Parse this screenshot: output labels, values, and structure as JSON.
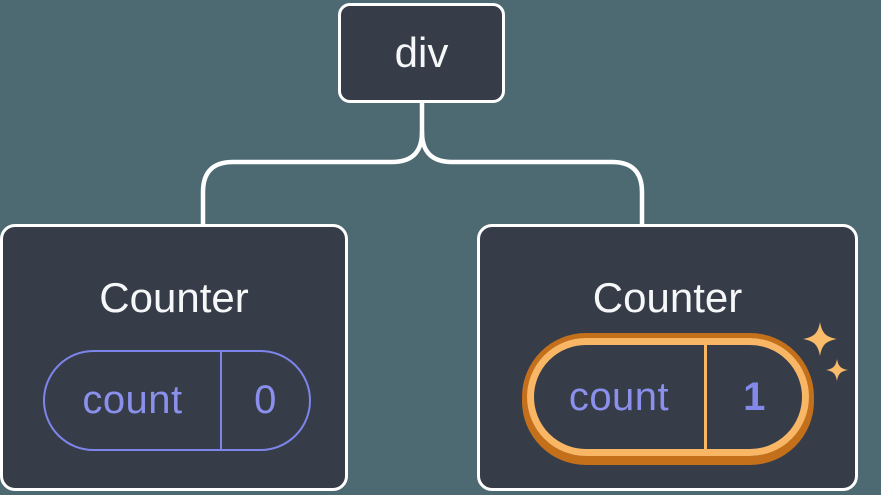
{
  "diagram": {
    "root": {
      "label": "div"
    },
    "children": [
      {
        "title": "Counter",
        "state": {
          "key": "count",
          "value": "0"
        },
        "highlighted": false
      },
      {
        "title": "Counter",
        "state": {
          "key": "count",
          "value": "1"
        },
        "highlighted": true
      }
    ]
  },
  "icons": {
    "sparkles": "four-point-sparkle-stars"
  },
  "colors": {
    "canvas_background": "#4D6A72",
    "node_background": "#363D49",
    "node_border": "#FFFFFF",
    "connector": "#FFFFFF",
    "title_text": "#F6F7F9",
    "state_text": "#8A90EC",
    "state_pill_border": "#7D85EA",
    "highlight_ring_outer": "#C4701B",
    "highlight_ring_inner": "#F9B765",
    "sparkle": "#F8BC6B"
  }
}
